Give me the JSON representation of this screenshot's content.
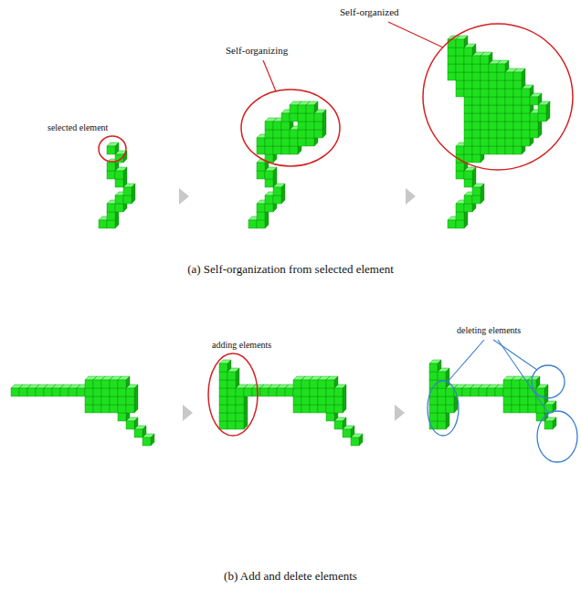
{
  "diagram": {
    "labels": [
      "Self-organized",
      "Self-organizing",
      "selected element",
      "(a) Self-organization from selected element",
      "deleting elements",
      "adding elements",
      "(b) Add and delete elements"
    ]
  }
}
